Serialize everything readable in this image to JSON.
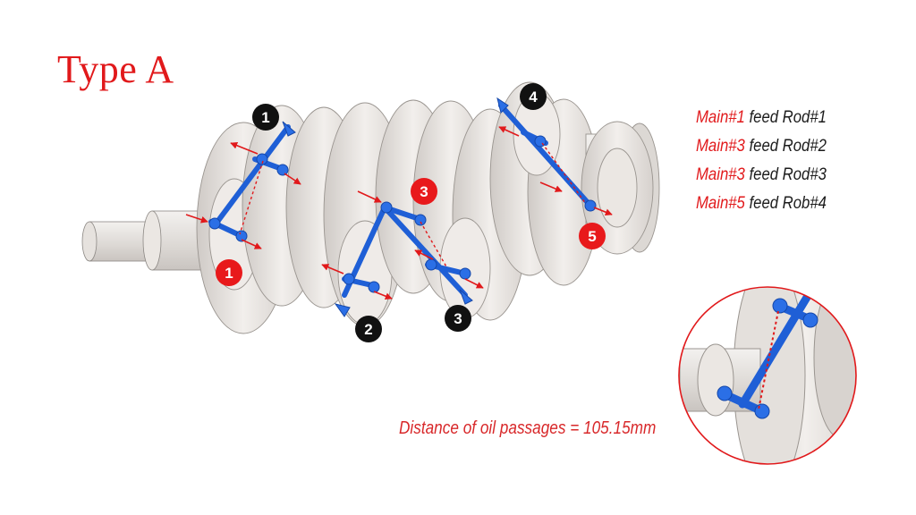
{
  "title": "Type A",
  "legend": [
    {
      "main": "Main#1",
      "feed": "feed Rod#1"
    },
    {
      "main": "Main#3",
      "feed": "feed Rod#2"
    },
    {
      "main": "Main#3",
      "feed": "feed Rod#3"
    },
    {
      "main": "Main#5",
      "feed": "feed Rob#4"
    }
  ],
  "caption": "Distance of oil passages = 105.15mm",
  "main_journal_labels": [
    "1",
    "3",
    "5"
  ],
  "rod_journal_labels": [
    "1",
    "2",
    "3",
    "4"
  ],
  "colors": {
    "title_red": "#e1191b",
    "main_badge": "#e8191b",
    "rod_badge": "#111111",
    "oil_passage_blue": "#1f5fd6",
    "crank_metal": "#e8e4e0"
  }
}
